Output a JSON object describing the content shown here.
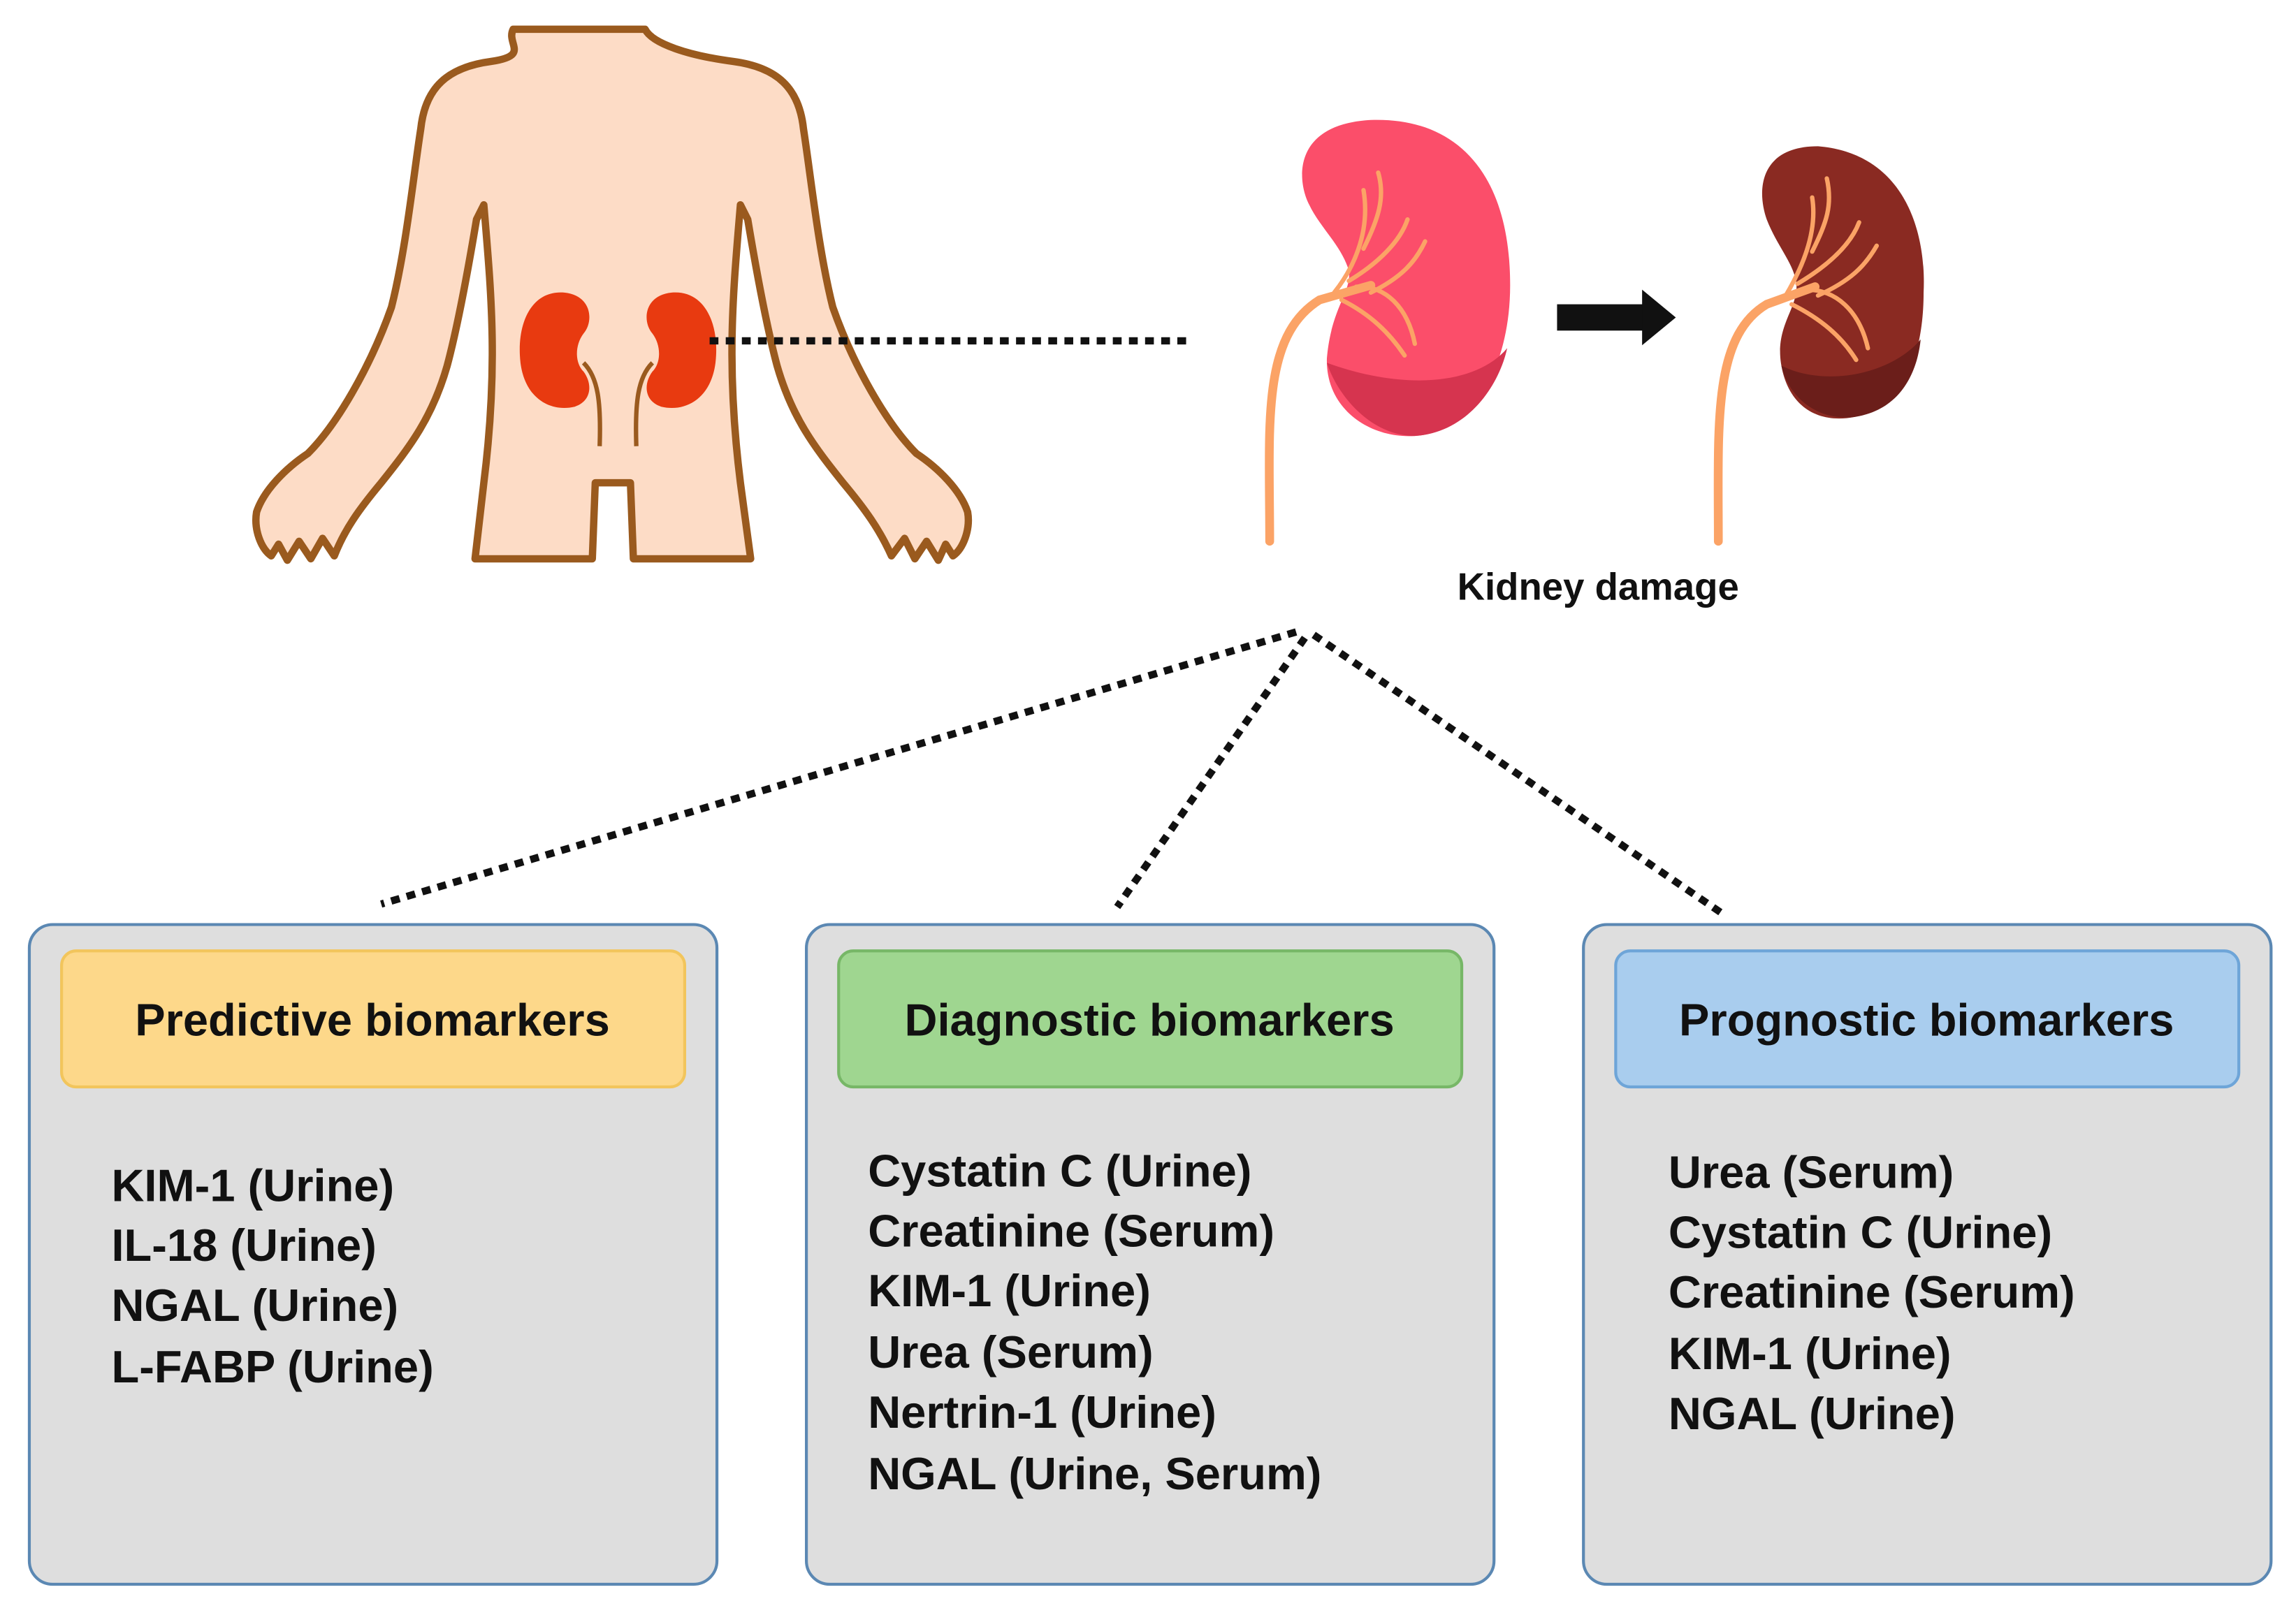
{
  "kidney_caption": "Kidney damage",
  "panels": [
    {
      "title": "Predictive biomarkers",
      "header_color": "#fdd88a",
      "header_border": "#f2c55c",
      "items": [
        "KIM-1 (Urine)",
        "IL-18 (Urine)",
        "NGAL (Urine)",
        "L-FABP (Urine)"
      ]
    },
    {
      "title": "Diagnostic biomarkers",
      "header_color": "#9fd690",
      "header_border": "#77b767",
      "items": [
        "Cystatin C (Urine)",
        "Creatinine (Serum)",
        "KIM-1 (Urine)",
        "Urea (Serum)",
        "Nertrin-1 (Urine)",
        "NGAL (Urine, Serum)"
      ]
    },
    {
      "title": "Prognostic biomarkers",
      "header_color": "#a9cdee",
      "header_border": "#6ea5d8",
      "items": [
        "Urea (Serum)",
        "Cystatin C (Urine)",
        "Creatinine (Serum)",
        "KIM-1 (Urine)",
        "NGAL (Urine)"
      ]
    }
  ],
  "colors": {
    "skin": "#fddcc6",
    "skin_outline": "#9a5a1e",
    "body_kidney": "#e83a10",
    "healthy_kidney": "#fb4e6a",
    "healthy_kidney_shadow": "#d6344f",
    "damaged_kidney": "#8a2a22",
    "damaged_kidney_shadow": "#6b1e1a",
    "ureter": "#fba366",
    "panel_fill": "#dedede",
    "panel_border": "#5b88b3",
    "connector": "#111111"
  },
  "icons": {
    "human": "human-torso-icon",
    "healthy": "healthy-kidney-icon",
    "damaged": "damaged-kidney-icon",
    "arrow": "right-arrow-icon"
  }
}
